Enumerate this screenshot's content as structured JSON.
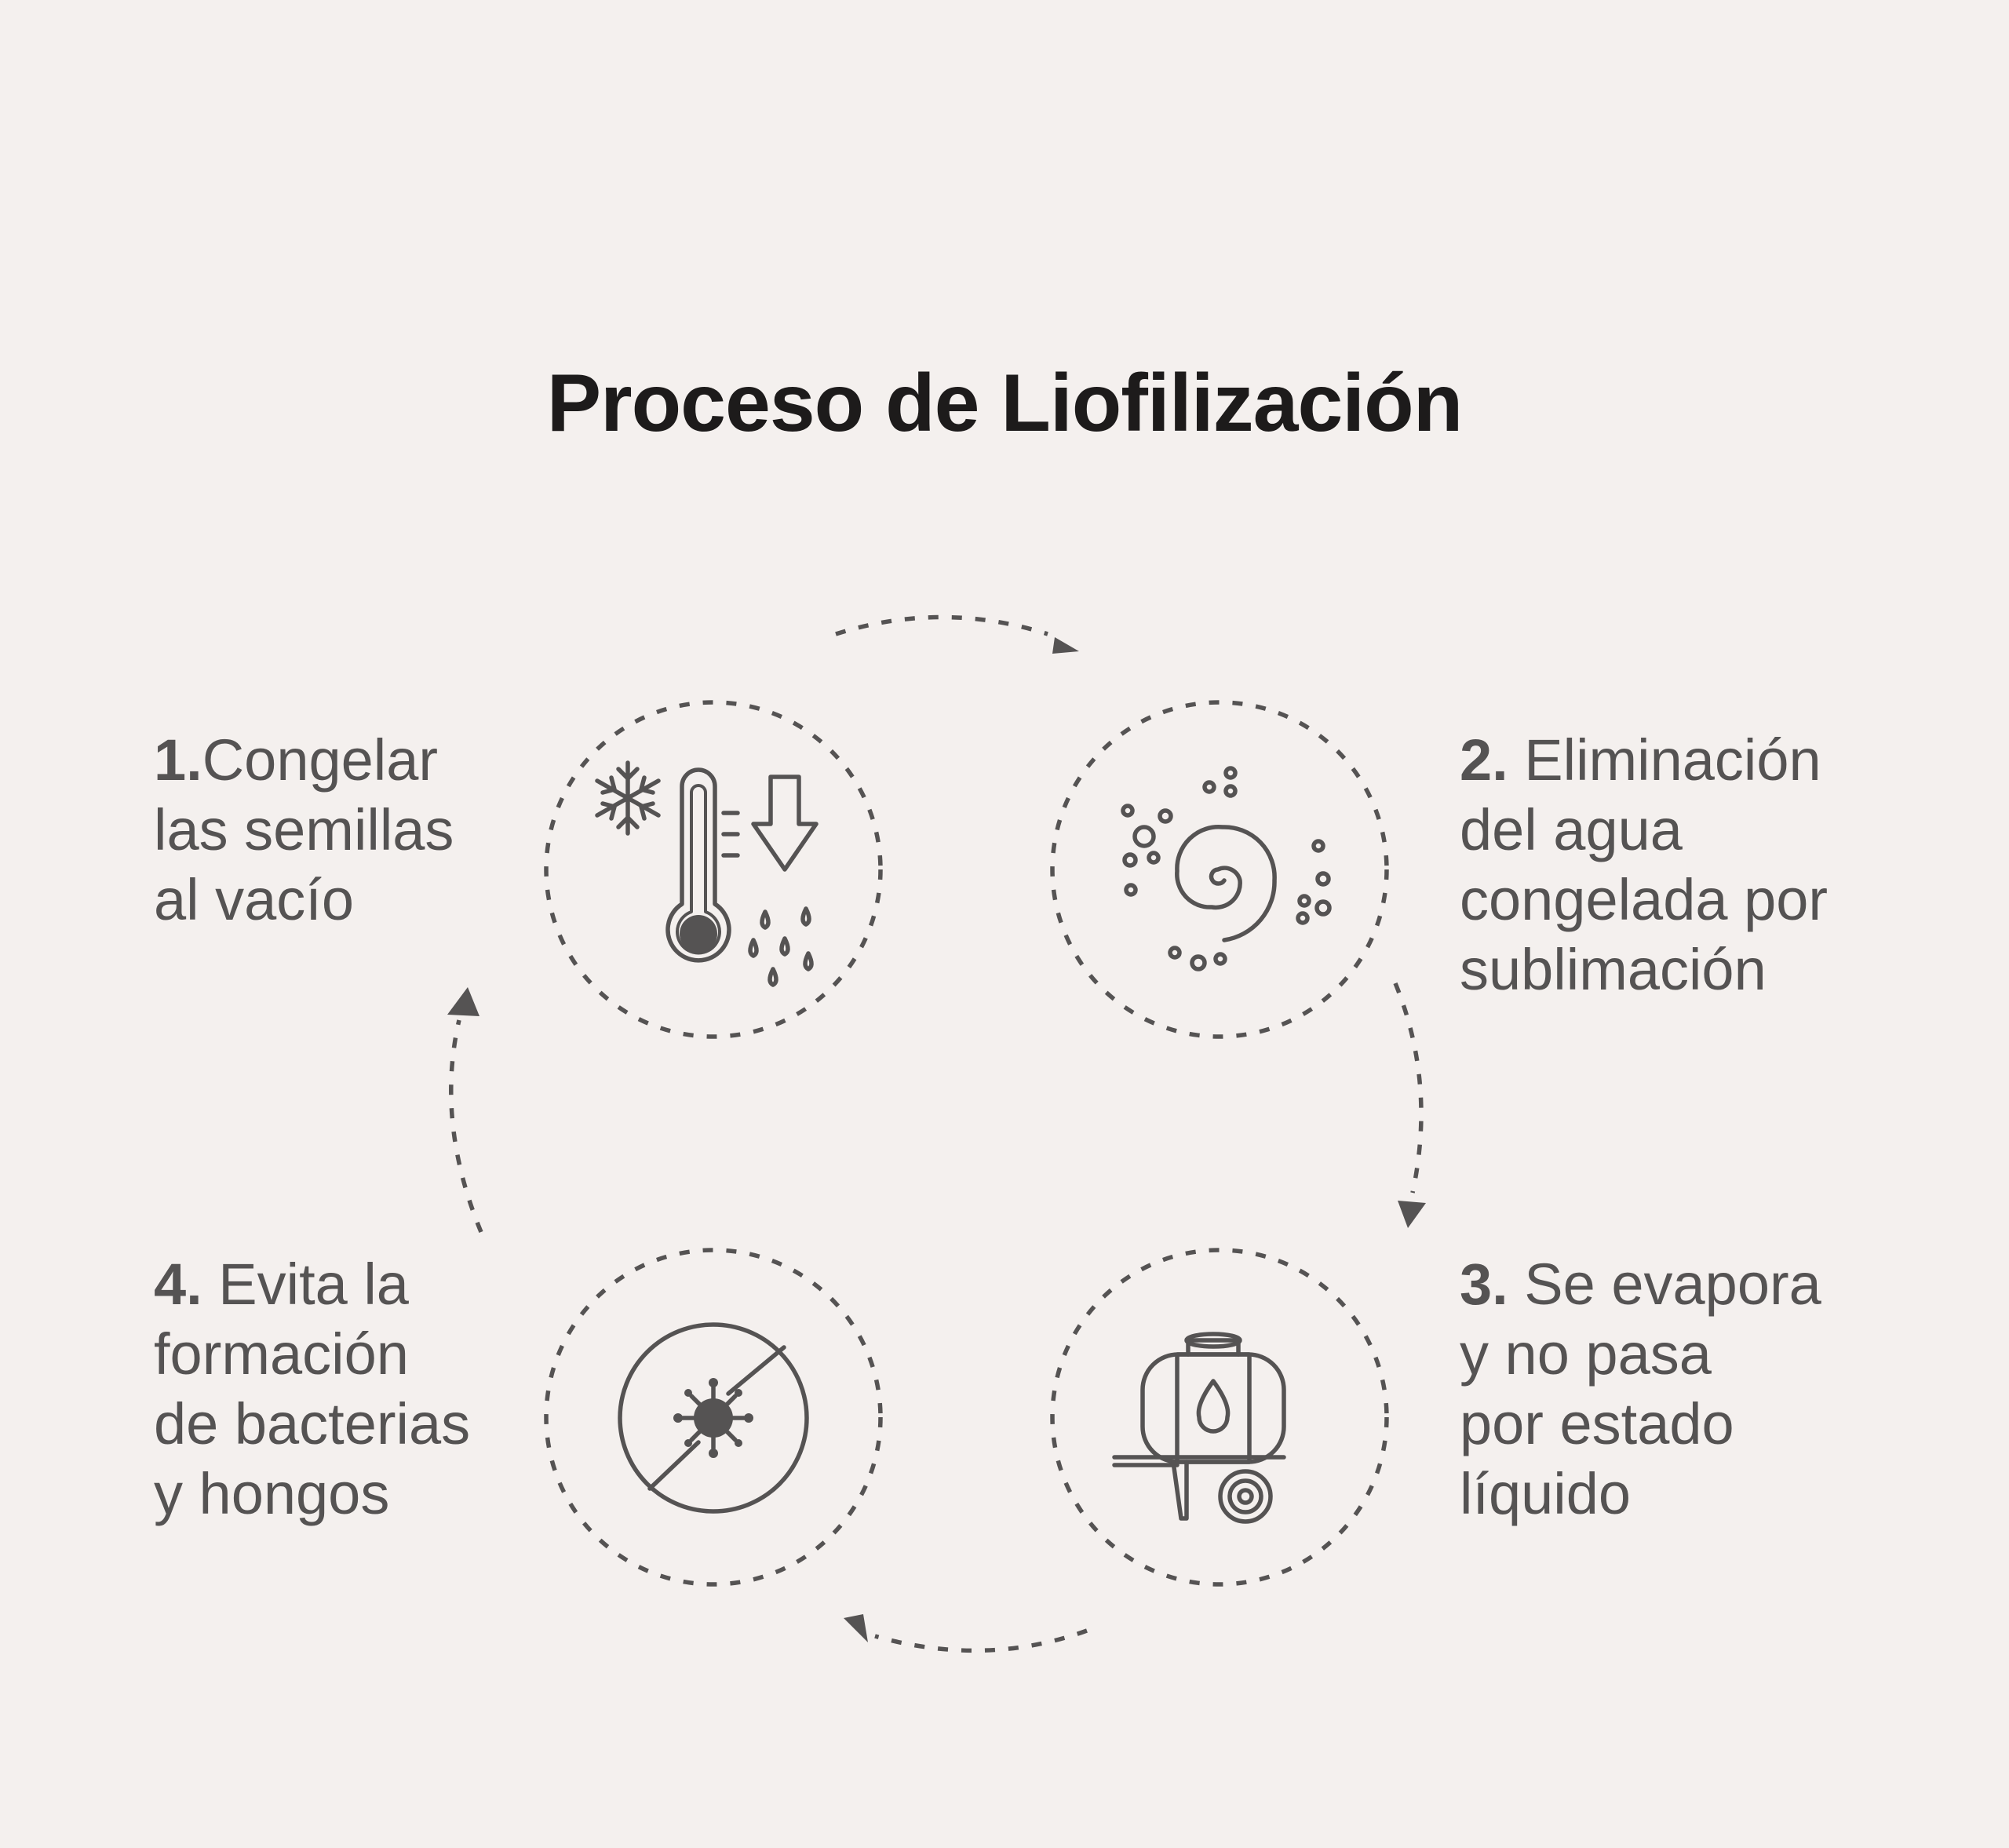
{
  "title": "Proceso de Liofilización",
  "steps": [
    {
      "number": "1.",
      "lines": [
        "Congelar",
        "las semillas",
        "al vacío"
      ],
      "icon": "thermometer-snowflake-icon"
    },
    {
      "number": "2.",
      "lines": [
        "Eliminación",
        "del agua",
        "congelada por",
        "sublimación"
      ],
      "icon": "spiral-bubbles-icon"
    },
    {
      "number": "3.",
      "lines": [
        "Se evapora",
        "y no pasa",
        "por estado",
        "líquido"
      ],
      "icon": "water-tank-trailer-icon"
    },
    {
      "number": "4.",
      "lines": [
        "Evita la",
        "formación",
        "de bacterias",
        "y hongos"
      ],
      "icon": "no-bacteria-icon"
    }
  ],
  "colors": {
    "background": "#f4f0ee",
    "ink": "#555353",
    "title": "#1d1b1b"
  }
}
